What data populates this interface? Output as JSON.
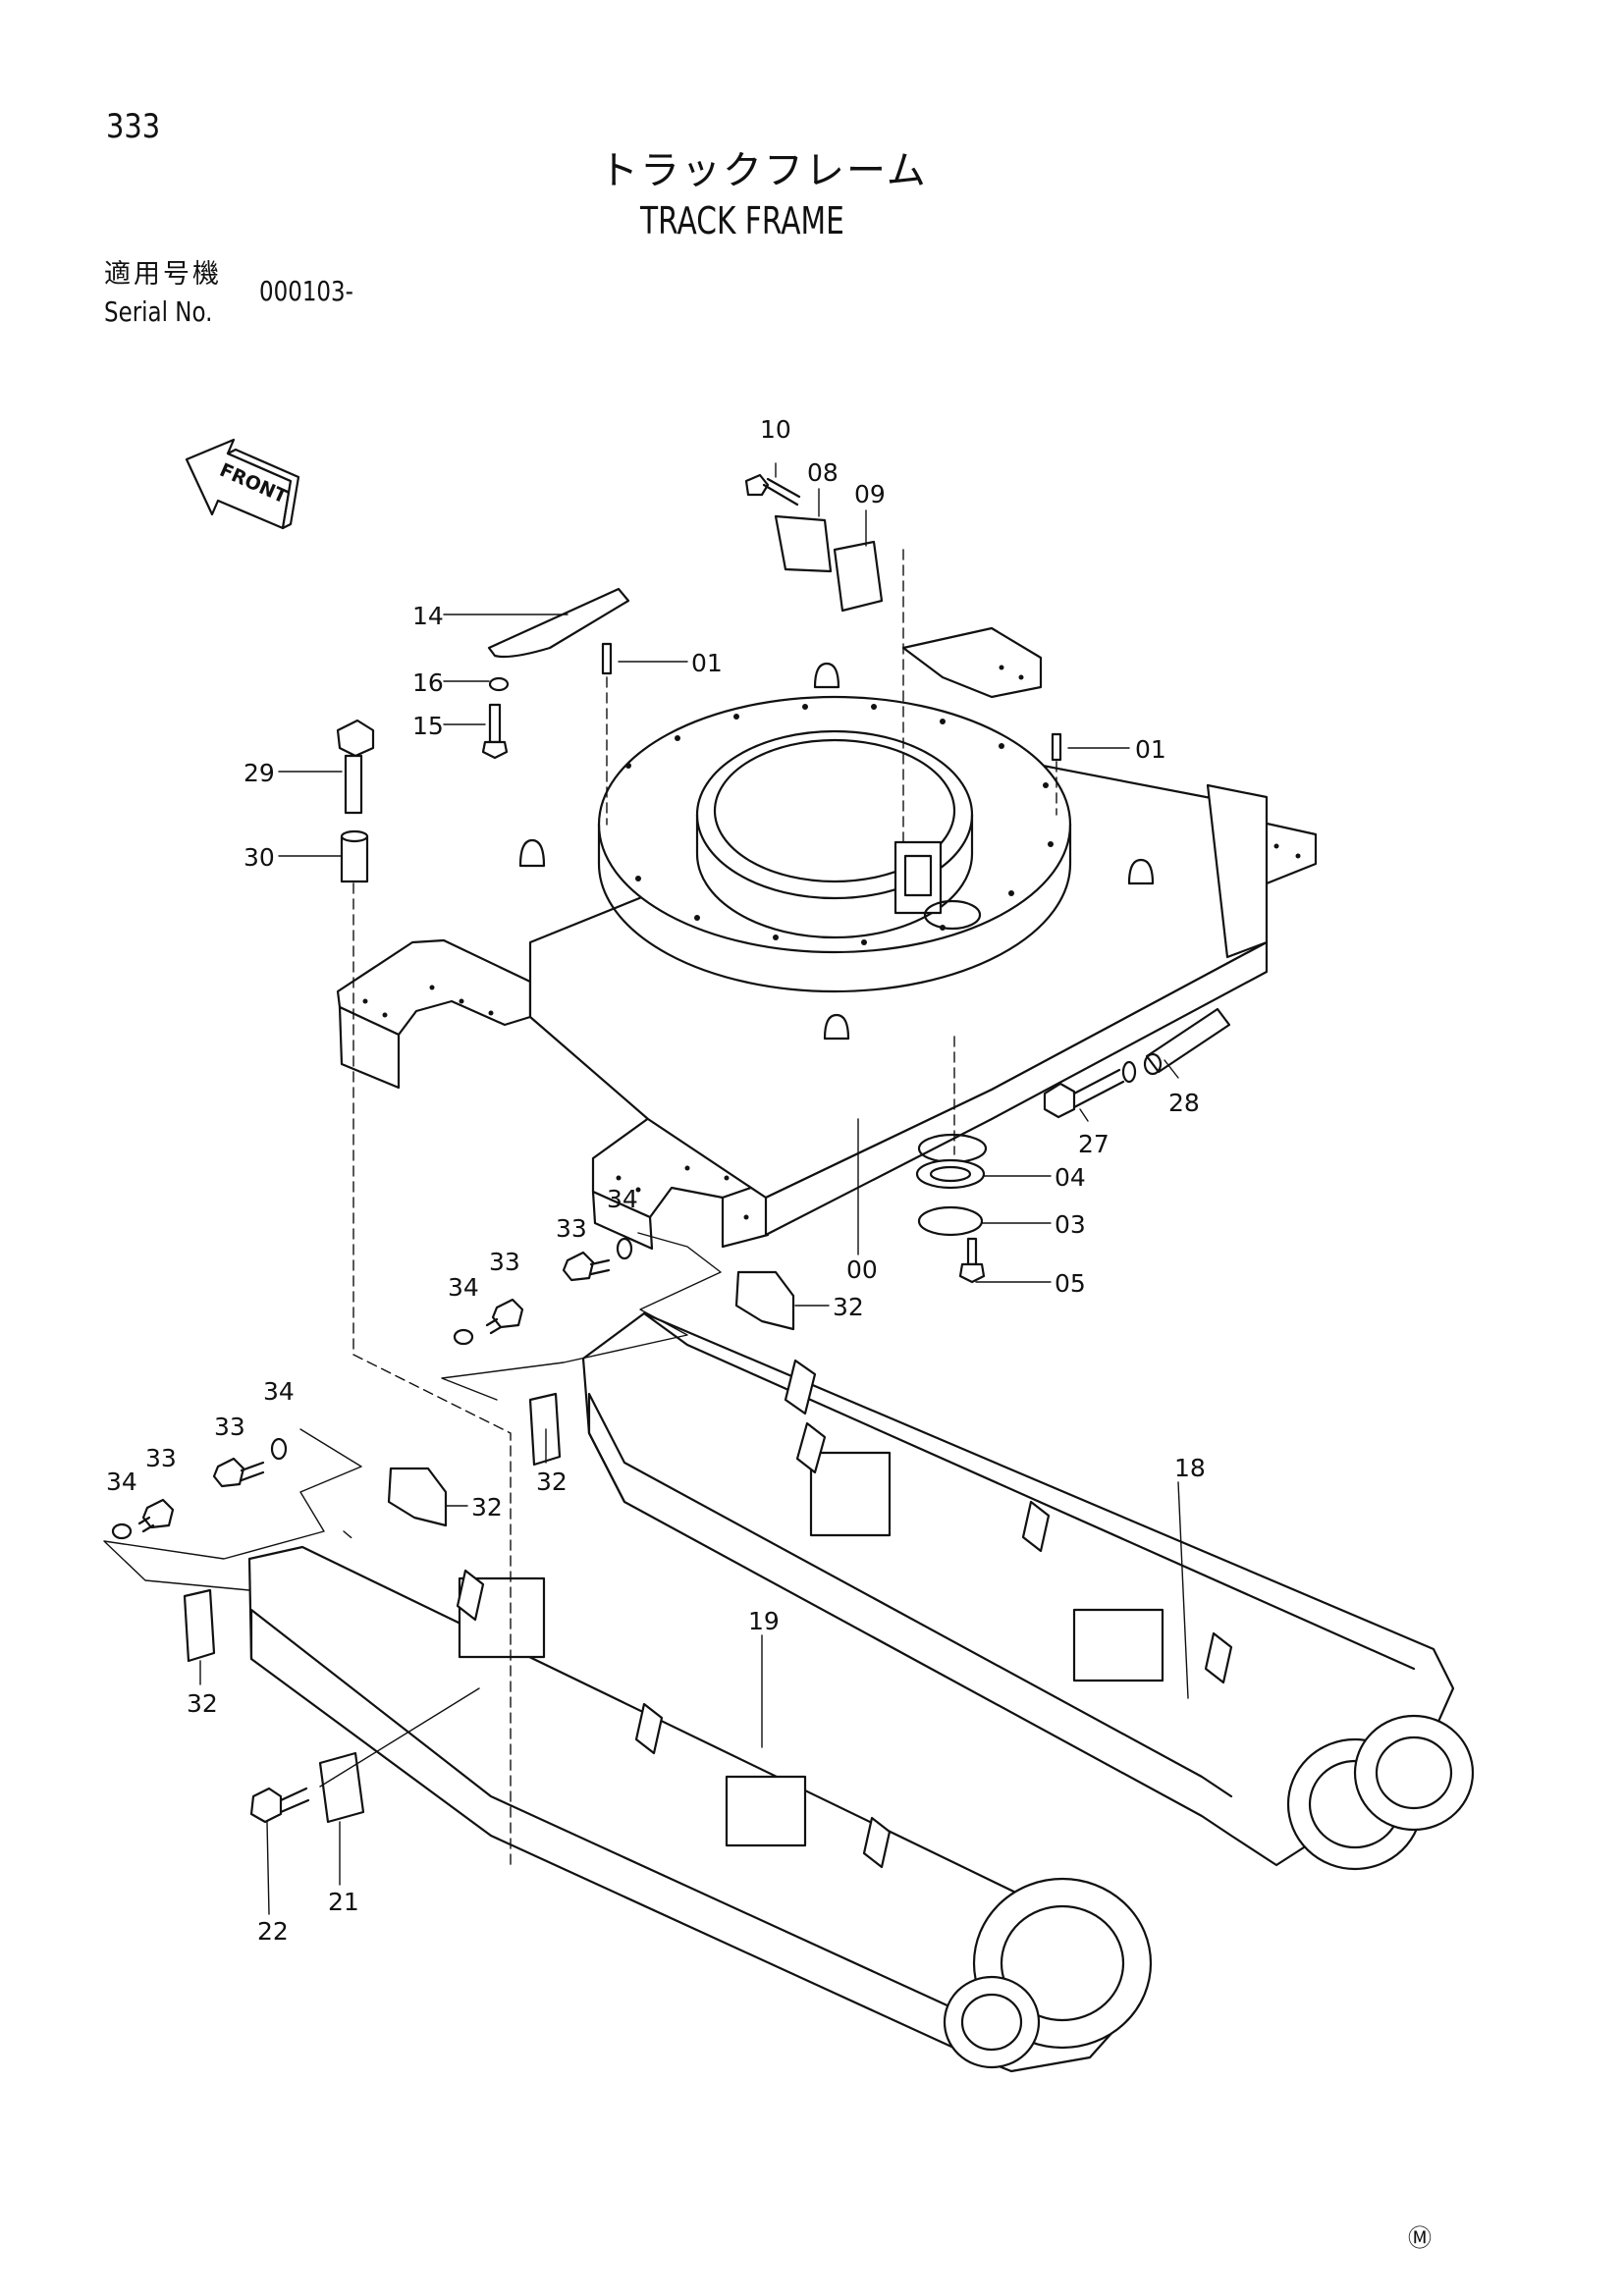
{
  "page": {
    "page_number": "333",
    "title_jp": "トラックフレーム",
    "title_en": "TRACK FRAME",
    "serial_label_jp": "適用号機",
    "serial_label_en": "Serial No.",
    "serial_value": "000103-",
    "front_label": "FRONT",
    "corner_mark": "Ⓜ"
  },
  "callouts": [
    {
      "id": "c10",
      "text": "10"
    },
    {
      "id": "c08",
      "text": "08"
    },
    {
      "id": "c09",
      "text": "09"
    },
    {
      "id": "c14",
      "text": "14"
    },
    {
      "id": "c16",
      "text": "16"
    },
    {
      "id": "c15",
      "text": "15"
    },
    {
      "id": "c01a",
      "text": "01"
    },
    {
      "id": "c01b",
      "text": "01"
    },
    {
      "id": "c29",
      "text": "29"
    },
    {
      "id": "c30",
      "text": "30"
    },
    {
      "id": "c28",
      "text": "28"
    },
    {
      "id": "c27",
      "text": "27"
    },
    {
      "id": "c04",
      "text": "04"
    },
    {
      "id": "c03",
      "text": "03"
    },
    {
      "id": "c05",
      "text": "05"
    },
    {
      "id": "c00",
      "text": "00"
    },
    {
      "id": "c34a",
      "text": "34"
    },
    {
      "id": "c33a",
      "text": "33"
    },
    {
      "id": "c34b",
      "text": "34"
    },
    {
      "id": "c33b",
      "text": "33"
    },
    {
      "id": "c32a",
      "text": "32"
    },
    {
      "id": "c32b",
      "text": "32"
    },
    {
      "id": "c34c",
      "text": "34"
    },
    {
      "id": "c33c",
      "text": "33"
    },
    {
      "id": "c34d",
      "text": "34"
    },
    {
      "id": "c33d",
      "text": "33"
    },
    {
      "id": "c32c",
      "text": "32"
    },
    {
      "id": "c32d",
      "text": "32"
    },
    {
      "id": "c18",
      "text": "18"
    },
    {
      "id": "c19",
      "text": "19"
    },
    {
      "id": "c21",
      "text": "21"
    },
    {
      "id": "c22",
      "text": "22"
    }
  ]
}
